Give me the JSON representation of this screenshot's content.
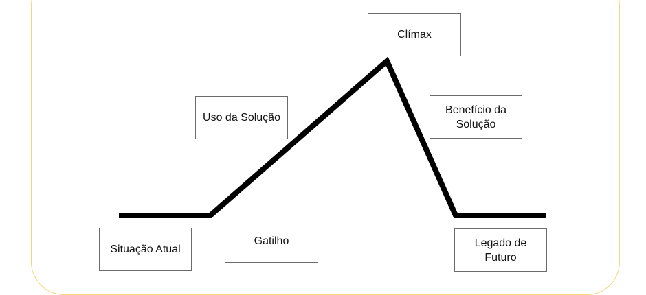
{
  "diagram": {
    "frame_color": "#f5d67a",
    "line_color": "#000000",
    "labels": {
      "climax": "Clímax",
      "uso_solucao": "Uso da Solução",
      "beneficio_solucao": "Benefício da\nSolução",
      "situacao_atual": "Situação Atual",
      "gatilho": "Gatilho",
      "legado_futuro": "Legado de\nFuturo"
    }
  }
}
